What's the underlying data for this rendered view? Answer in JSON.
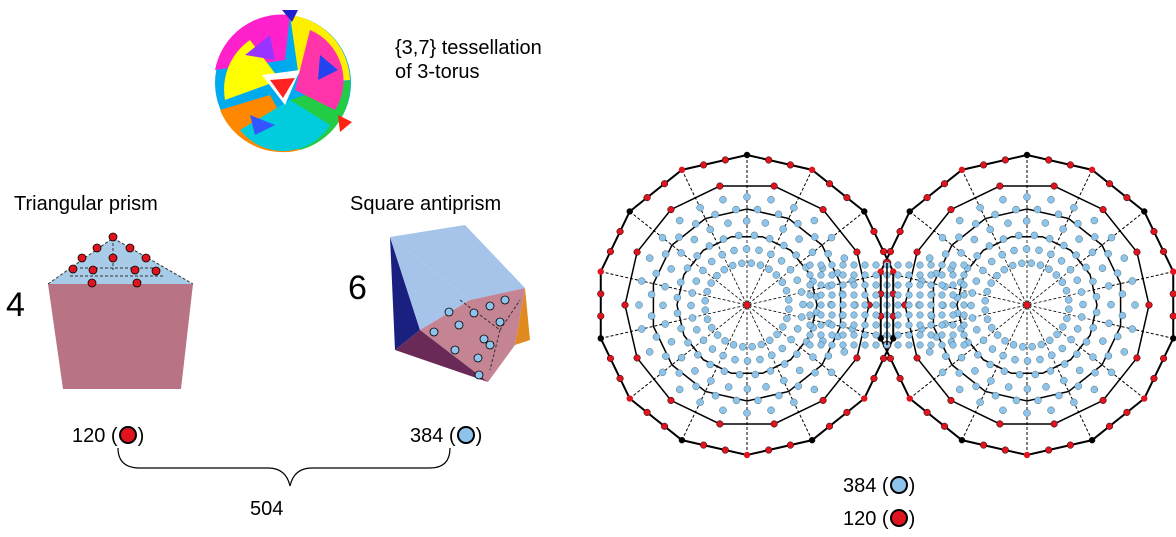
{
  "caption": {
    "line1": "{3,7} tessellation",
    "line2": "of 3-torus"
  },
  "prism": {
    "label": "Triangular prism",
    "count": "4"
  },
  "antiprism": {
    "label": "Square antiprism",
    "count": "6"
  },
  "tally": {
    "red_value": "120 (",
    "blue_value": "384 (",
    "close": ")",
    "sum": "504",
    "right_blue": "384 (",
    "right_red": "120 ("
  },
  "colors": {
    "red": "#e0141e",
    "blue": "#8ec4ec",
    "prism_face": "#b87484",
    "prism_top": "#a8cce8",
    "antiprism_top": "#a6c4ea",
    "antiprism_front": "#c48494",
    "antiprism_dark": "#6a2a58",
    "antiprism_side": "#1a2080",
    "antiprism_edge": "#e08a20"
  }
}
